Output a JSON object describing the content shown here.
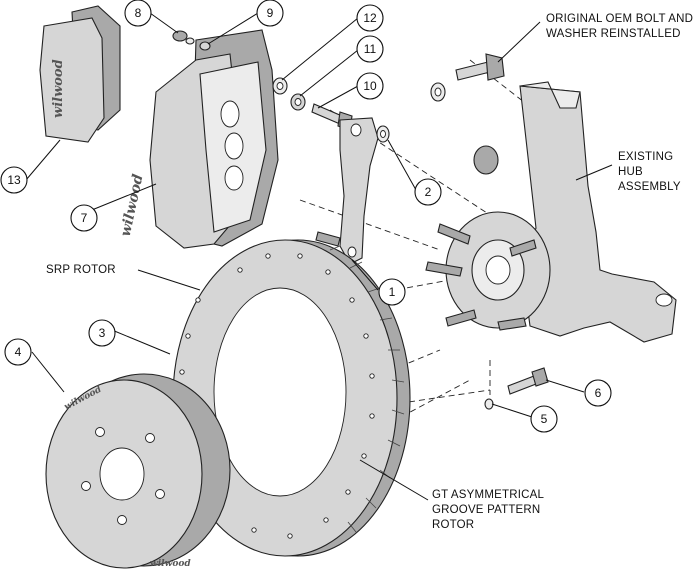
{
  "callouts": [
    "1",
    "2",
    "3",
    "4",
    "5",
    "6",
    "7",
    "8",
    "9",
    "10",
    "11",
    "12",
    "13"
  ],
  "labels": {
    "oem_bolt_line1": "ORIGINAL OEM BOLT AND",
    "oem_bolt_line2": "WASHER REINSTALLED",
    "hub_line1": "EXISTING",
    "hub_line2": "HUB",
    "hub_line3": "ASSEMBLY",
    "srp_rotor": "SRP ROTOR",
    "gt_line1": "GT ASYMMETRICAL",
    "gt_line2": "GROOVE PATTERN",
    "gt_line3": "ROTOR"
  },
  "branding": {
    "logo_text": "wilwood"
  }
}
